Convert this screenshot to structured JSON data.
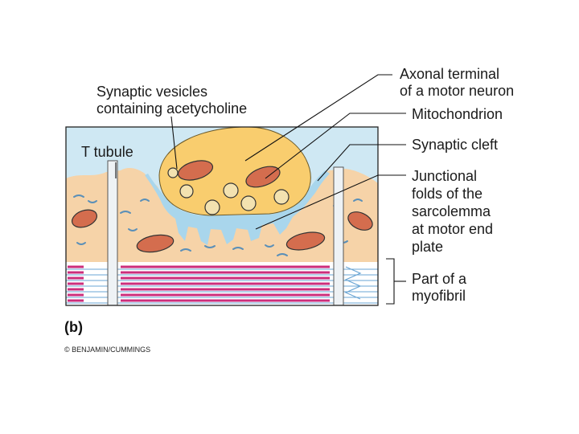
{
  "labels": {
    "synaptic_vesicles": [
      "Synaptic vesicles",
      "containing acetycholine"
    ],
    "axonal_terminal": [
      "Axonal terminal",
      "of a motor neuron"
    ],
    "mitochondrion": "Mitochondrion",
    "synaptic_cleft": "Synaptic cleft",
    "junctional_folds": [
      "Junctional",
      "folds of the",
      "sarcolemma",
      "at motor end",
      "plate"
    ],
    "t_tubule": "T tubule",
    "myofibril": [
      "Part of a",
      "myofibril"
    ]
  },
  "panel_label": "(b)",
  "copyright": "© BENJAMIN/CUMMINGS",
  "colors": {
    "extracellular": "#cfe8f3",
    "muscle": "#f6d3a8",
    "terminal": "#f9cd6e",
    "cleft": "#a9d6ec",
    "mitochondria": "#d46d4e",
    "myofibril_band": "#cc2e7c",
    "myofibril_line": "#6aa5d4",
    "t_tubule": "#eef2f5"
  }
}
